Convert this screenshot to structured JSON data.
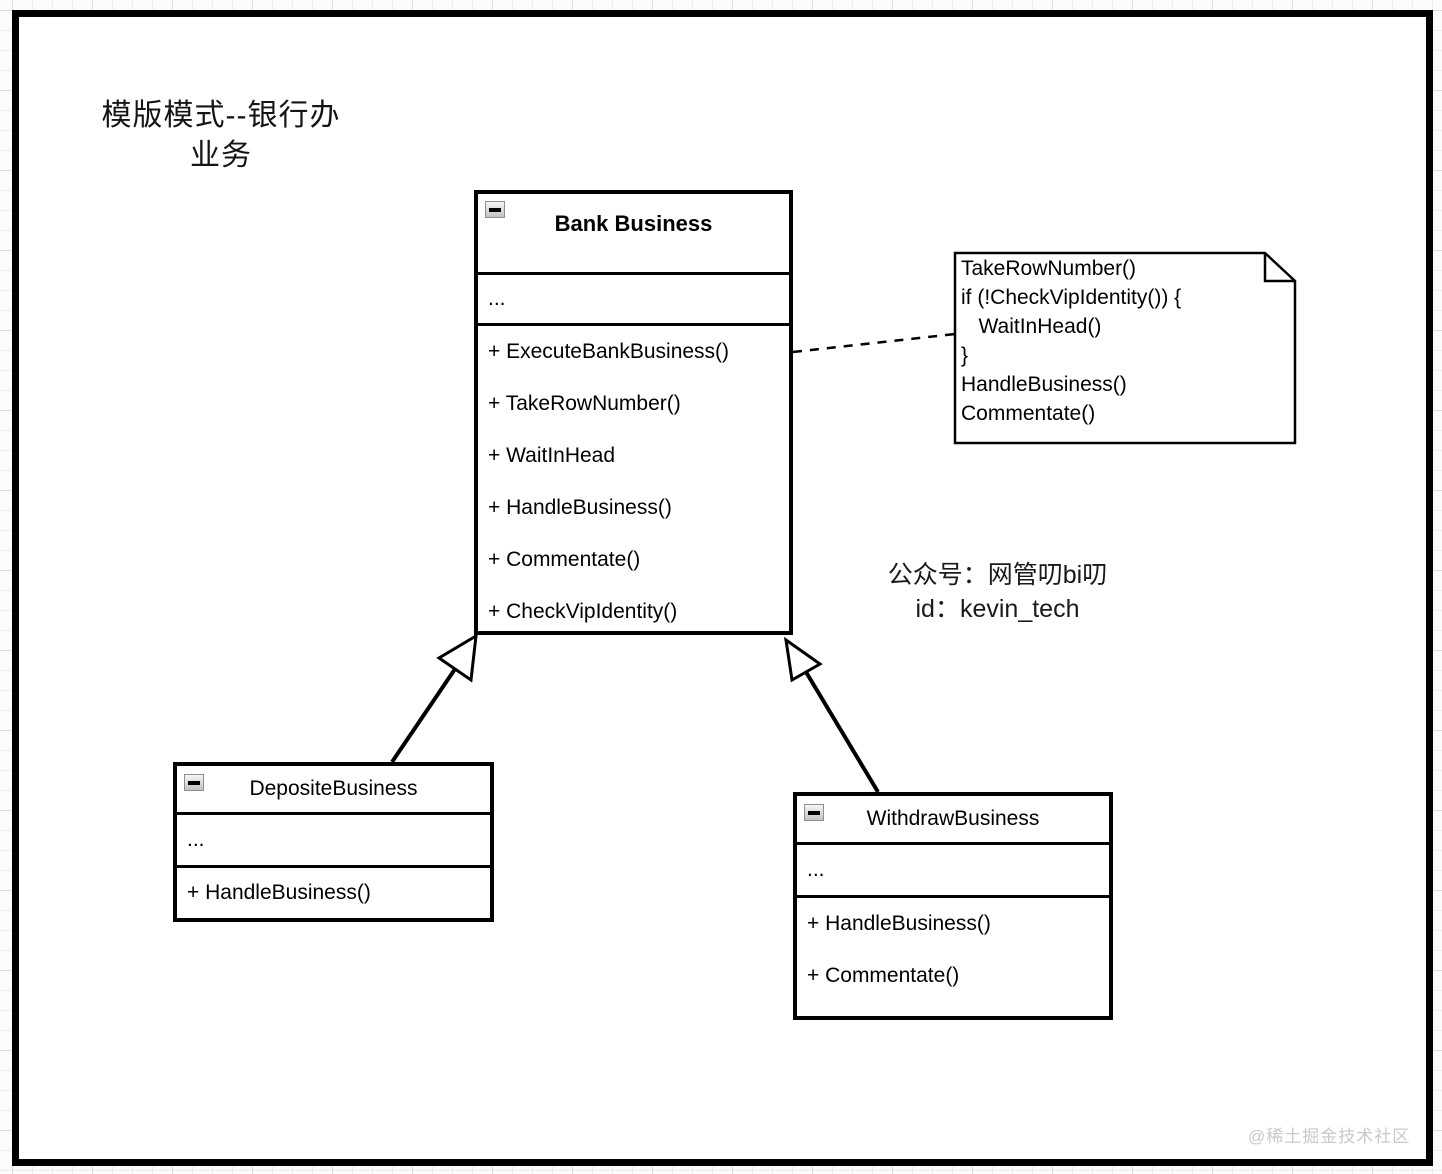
{
  "doc_title": {
    "line1": "模版模式--银行办",
    "line2": "业务"
  },
  "classes": {
    "bank": {
      "name": "Bank Business",
      "fields_placeholder": "...",
      "methods": [
        "+ ExecuteBankBusiness()",
        "+ TakeRowNumber()",
        "+ WaitInHead",
        "+ HandleBusiness()",
        "+ Commentate()",
        "+ CheckVipIdentity()"
      ]
    },
    "deposite": {
      "name": "DepositeBusiness",
      "fields_placeholder": "...",
      "methods": [
        "+ HandleBusiness()"
      ]
    },
    "withdraw": {
      "name": "WithdrawBusiness",
      "fields_placeholder": "...",
      "methods": [
        "+ HandleBusiness()",
        "+ Commentate()"
      ]
    }
  },
  "note": {
    "lines": [
      "TakeRowNumber()",
      "if (!CheckVipIdentity()) {",
      "   WaitInHead()",
      "}",
      "HandleBusiness()",
      "Commentate()"
    ]
  },
  "annotation": {
    "line1": "公众号：网管叨bi叨",
    "line2": "id：kevin_tech"
  },
  "watermark": "@稀土掘金技术社区",
  "icons": {
    "collapse": "minus-square"
  },
  "colors": {
    "stroke": "#000000",
    "background": "#ffffff",
    "grid_line": "#ececec",
    "watermark": "#c9c9c9"
  }
}
